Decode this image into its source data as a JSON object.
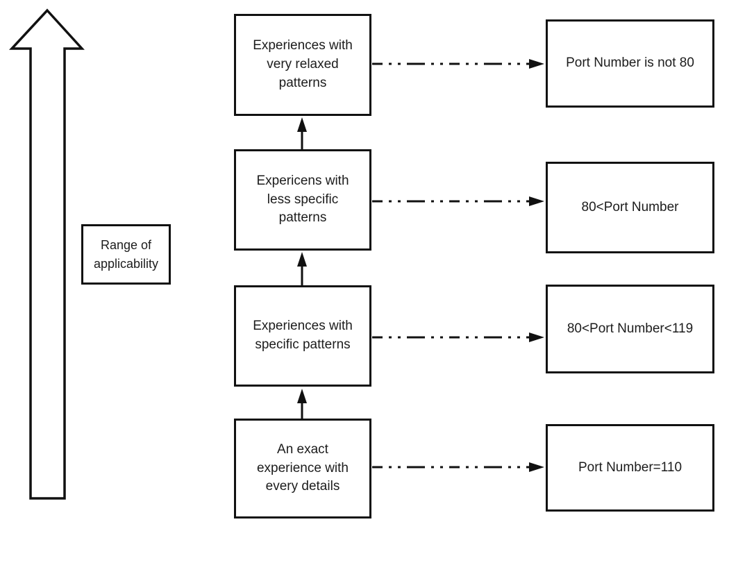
{
  "colors": {
    "line": "#111111",
    "background": "#ffffff",
    "text": "#1c1c1c"
  },
  "range_box": {
    "label": [
      "Range of",
      "applicability"
    ]
  },
  "levels": [
    {
      "experience": [
        "Experiences with",
        "very relaxed",
        "patterns"
      ],
      "pattern": "Port Number is not 80"
    },
    {
      "experience": [
        "Expericens with",
        "less specific",
        "patterns"
      ],
      "pattern": "80<Port Number"
    },
    {
      "experience": [
        "Experiences with",
        "specific patterns"
      ],
      "pattern": "80<Port Number<119"
    },
    {
      "experience": [
        "An exact",
        "experience with",
        "every details"
      ],
      "pattern": "Port Number=110"
    }
  ]
}
